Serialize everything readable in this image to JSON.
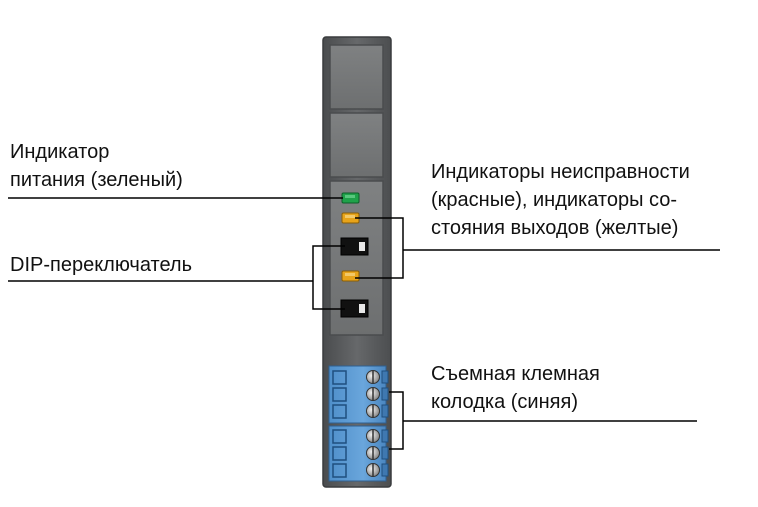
{
  "colors": {
    "module_body": "#5e6062",
    "panel": "#767879",
    "power_led": "#1fa24a",
    "status_led": "#e8a41a",
    "dip_switch": "#111111",
    "terminal_block": "#5b9bd5",
    "leader_line": "#000000"
  },
  "labels": {
    "power_indicator": {
      "line1": "Индикатор",
      "line2": "питания (зеленый)"
    },
    "fault_indicators": {
      "line1": "Индикаторы неисправности",
      "line2": "(красные), индикаторы со-",
      "line3": "стояния выходов (желтые)"
    },
    "dip_switch": {
      "line1": "DIP-переключатель"
    },
    "terminal_block": {
      "line1": "Съемная клемная",
      "line2": "колодка (синяя)"
    }
  }
}
